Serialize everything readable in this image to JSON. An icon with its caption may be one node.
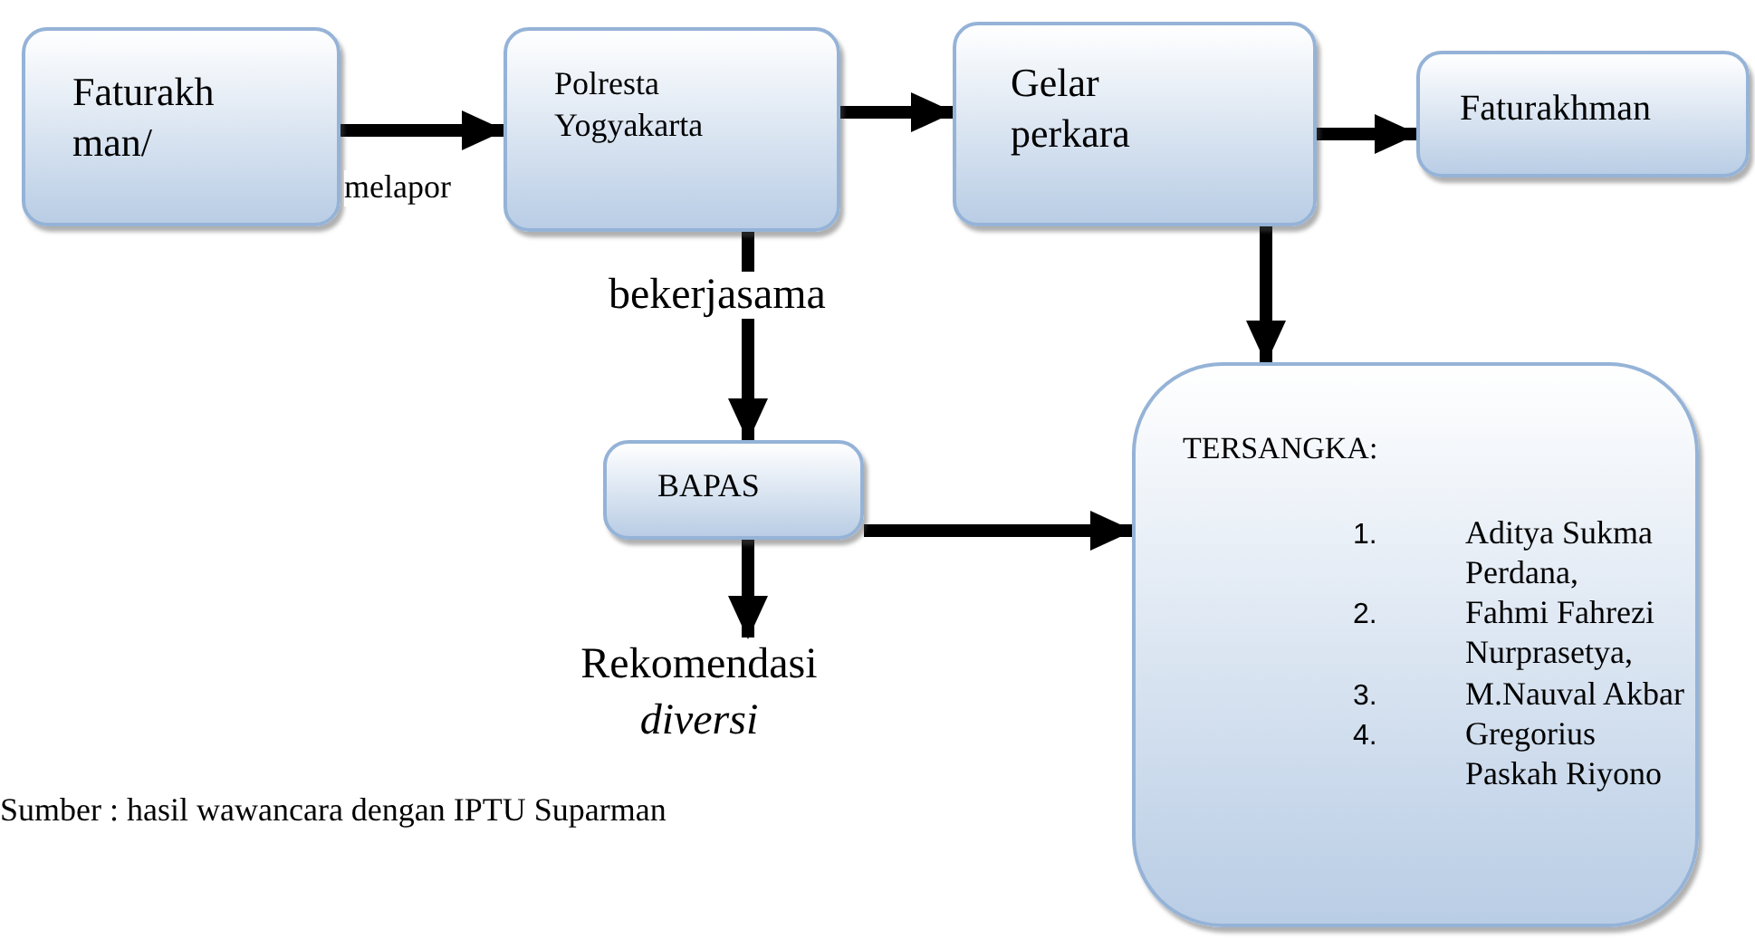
{
  "diagram": {
    "nodes": [
      {
        "text": [
          "Faturakh man/"
        ]
      },
      {
        "text": [
          "Polresta Yogyakarta"
        ]
      },
      {
        "text": [
          "Gelar perkara"
        ]
      },
      {
        "text": [
          "Faturakhman"
        ]
      },
      {
        "text": [
          "BAPAS"
        ]
      },
      {
        "text": [
          "Rekomendasi *diversi*"
        ]
      },
      {
        "text": [
          "TERSANGKA:",
          "1. Aditya Sukma Perdana,",
          "2. Fahmi Fahrezi Nurprasetya,",
          "3. M.Nauval Akbar",
          "4. Gregorius Paskah Riyono"
        ]
      }
    ],
    "edges": [
      {
        "from": 0,
        "to": 1,
        "arrow": "to",
        "label": "melapor"
      },
      {
        "from": 1,
        "to": 2,
        "arrow": "to"
      },
      {
        "from": 2,
        "to": 3,
        "arrow": "to"
      },
      {
        "from": 1,
        "to": 4,
        "arrow": "to",
        "label": "bekerjasama"
      },
      {
        "from": 2,
        "to": 6,
        "arrow": "to"
      },
      {
        "from": 4,
        "to": 6,
        "arrow": "to"
      },
      {
        "from": 4,
        "to": 5,
        "arrow": "to"
      }
    ],
    "labels": [
      "Sumber : hasil wawancara dengan IPTU Suparman"
    ]
  }
}
